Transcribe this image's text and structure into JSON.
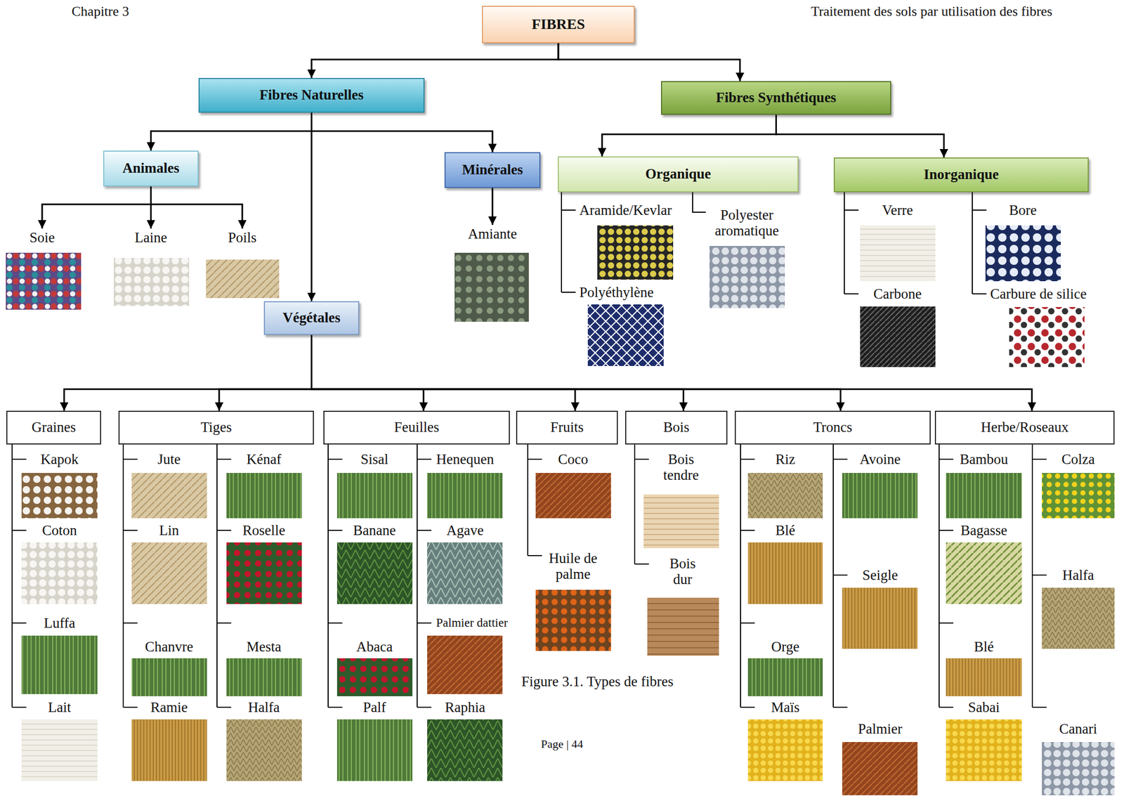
{
  "diagram": {
    "caption": "Figure 3.1. Types de fibres",
    "nodes": [
      {
        "text": [
          "FIBRES"
        ]
      },
      {
        "text": [
          "Fibres Naturelles"
        ]
      },
      {
        "text": [
          "Fibres Synthétiques"
        ]
      },
      {
        "text": [
          "Animales"
        ]
      },
      {
        "text": [
          "Minérales"
        ]
      },
      {
        "text": [
          "Organique"
        ]
      },
      {
        "text": [
          "Inorganique"
        ]
      },
      {
        "text": [
          "Soie"
        ]
      },
      {
        "text": [
          "Laine"
        ]
      },
      {
        "text": [
          "Poils"
        ]
      },
      {
        "text": [
          "Amiante"
        ]
      },
      {
        "text": [
          "Végétales"
        ]
      },
      {
        "text": [
          "Graines"
        ]
      },
      {
        "text": [
          "Tiges"
        ]
      },
      {
        "text": [
          "Feuilles"
        ]
      },
      {
        "text": [
          "Fruits"
        ]
      },
      {
        "text": [
          "Bois"
        ]
      },
      {
        "text": [
          "Troncs"
        ]
      },
      {
        "text": [
          "Herbe/Roseaux"
        ]
      }
    ],
    "edges": [
      {
        "from": 0,
        "to": 1,
        "arrow": "to"
      },
      {
        "from": 0,
        "to": 2,
        "arrow": "to"
      },
      {
        "from": 1,
        "to": 3,
        "arrow": "to"
      },
      {
        "from": 1,
        "to": 4,
        "arrow": "to"
      },
      {
        "from": 1,
        "to": 11,
        "arrow": "to"
      },
      {
        "from": 3,
        "to": 7,
        "arrow": "to"
      },
      {
        "from": 3,
        "to": 8,
        "arrow": "to"
      },
      {
        "from": 3,
        "to": 9,
        "arrow": "to"
      },
      {
        "from": 4,
        "to": 10,
        "arrow": "to"
      },
      {
        "from": 2,
        "to": 5,
        "arrow": "to"
      },
      {
        "from": 2,
        "to": 6,
        "arrow": "to"
      },
      {
        "from": 11,
        "to": 12,
        "arrow": "to"
      },
      {
        "from": 11,
        "to": 13,
        "arrow": "to"
      },
      {
        "from": 11,
        "to": 14,
        "arrow": "to"
      },
      {
        "from": 11,
        "to": 15,
        "arrow": "to"
      },
      {
        "from": 11,
        "to": 16,
        "arrow": "to"
      },
      {
        "from": 11,
        "to": 17,
        "arrow": "to"
      },
      {
        "from": 11,
        "to": 18,
        "arrow": "to"
      }
    ],
    "labels": [
      "Chapitre 3",
      "Traitement des sols par utilisation des fibres",
      "Aramide/Kevlar",
      "Polyester aromatique",
      "Polyéthylène",
      "Verre",
      "Bore",
      "Carbone",
      "Carbure de silice",
      "Kapok",
      "Coton",
      "Luffa",
      "Lait",
      "Jute",
      "Kénaf",
      "Lin",
      "Roselle",
      "Chanvre",
      "Mesta",
      "Ramie",
      "Halfa",
      "Sisal",
      "Henequen",
      "Banane",
      "Agave",
      "Abaca",
      "Palmier dattier",
      "Palf",
      "Raphia",
      "Coco",
      "Huile de palme",
      "Bois tendre",
      "Bois dur",
      "Riz",
      "Avoine",
      "Blé",
      "Seigle",
      "Orge",
      "Maïs",
      "Palmier",
      "Bambou",
      "Colza",
      "Bagasse",
      "Halfa",
      "Blé",
      "Sabai",
      "Canari",
      "Page | 44"
    ]
  }
}
